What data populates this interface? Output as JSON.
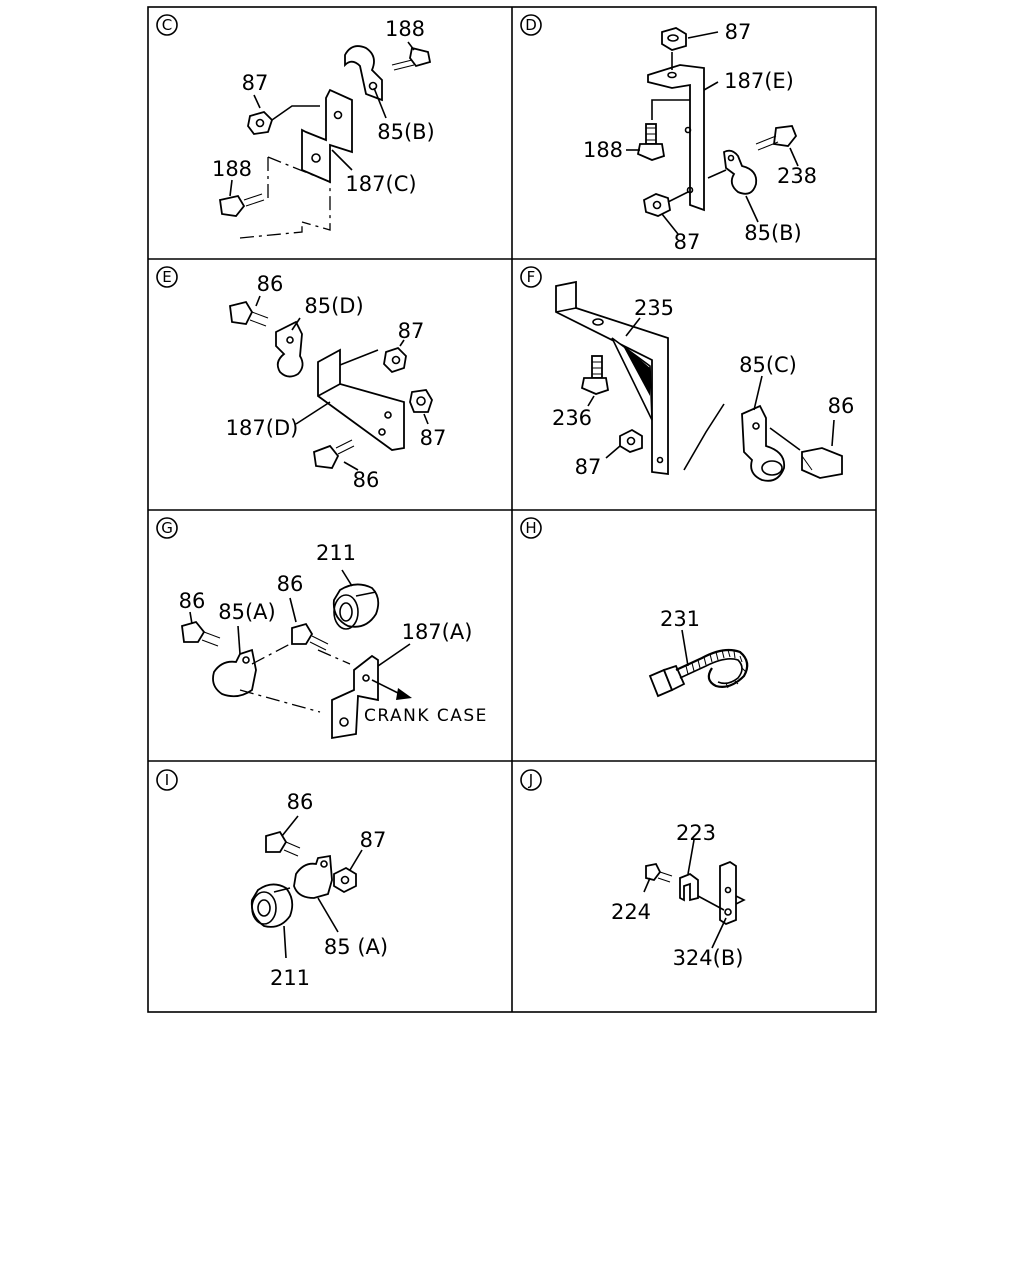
{
  "panels": {
    "c": {
      "marker": "C",
      "labels": [
        "188",
        "87",
        "85(B)",
        "188",
        "187(C)"
      ]
    },
    "d": {
      "marker": "D",
      "labels": [
        "87",
        "187(E)",
        "188",
        "238",
        "87",
        "85(B)"
      ]
    },
    "e": {
      "marker": "E",
      "labels": [
        "86",
        "85(D)",
        "87",
        "187(D)",
        "87",
        "86"
      ]
    },
    "f": {
      "marker": "F",
      "labels": [
        "235",
        "85(C)",
        "236",
        "86",
        "87"
      ]
    },
    "g": {
      "marker": "G",
      "labels": [
        "211",
        "86",
        "85(A)",
        "86",
        "187(A)"
      ],
      "note": "CRANK CASE"
    },
    "h": {
      "marker": "H",
      "labels": [
        "231"
      ]
    },
    "i": {
      "marker": "I",
      "labels": [
        "86",
        "87",
        "85 (A)",
        "211"
      ]
    },
    "j": {
      "marker": "J",
      "labels": [
        "223",
        "224",
        "324(B)"
      ]
    }
  }
}
